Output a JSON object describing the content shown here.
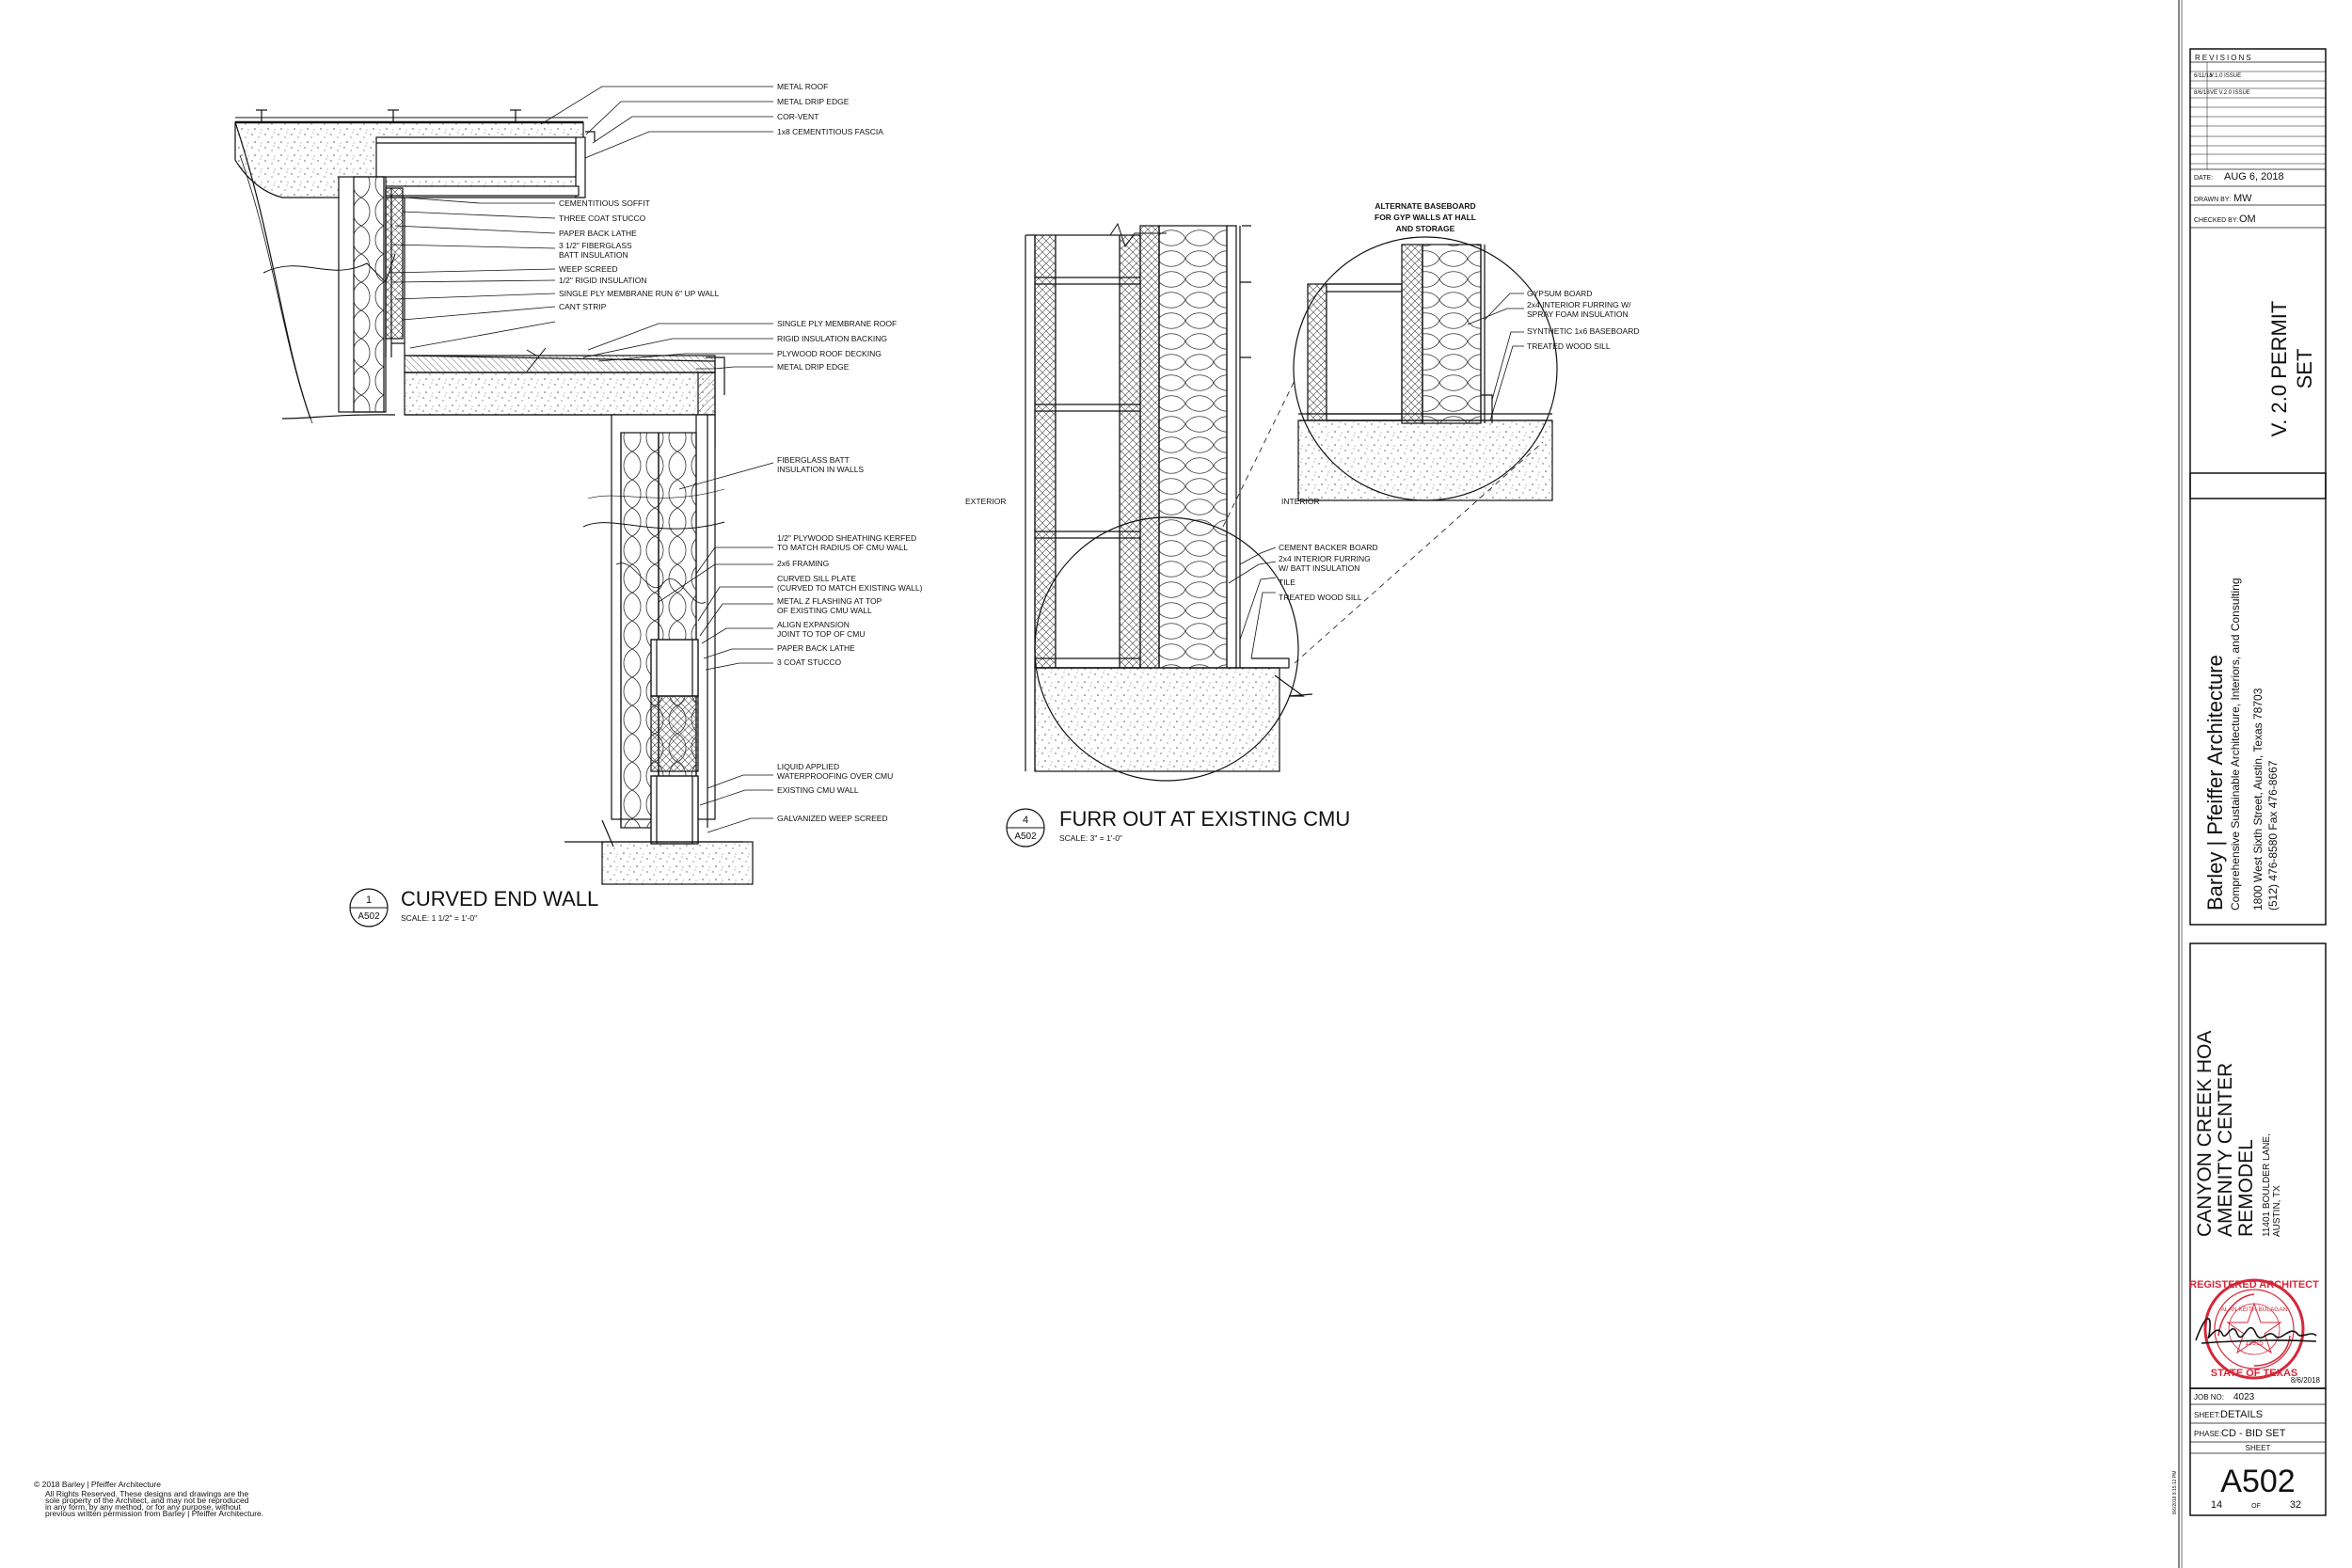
{
  "detail1": {
    "number": "1",
    "sheet_ref": "A502",
    "title": "CURVED END WALL",
    "scale": "SCALE:  1 1/2\" = 1'-0\"",
    "labels": [
      "METAL ROOF",
      "METAL DRIP EDGE",
      "COR-VENT",
      "1x8 CEMENTITIOUS FASCIA",
      "CEMENTITIOUS SOFFIT",
      "THREE COAT STUCCO",
      "PAPER BACK LATHE",
      "3 1/2\" FIBERGLASS",
      "BATT INSULATION",
      "WEEP SCREED",
      "1/2\" RIGID INSULATION",
      "SINGLE PLY MEMBRANE RUN 6\" UP WALL",
      "CANT STRIP",
      "SINGLE PLY MEMBRANE ROOF",
      "RIGID INSULATION BACKING",
      "PLYWOOD ROOF DECKING",
      "METAL DRIP EDGE",
      "FIBERGLASS BATT",
      "INSULATION IN WALLS",
      "1/2\" PLYWOOD SHEATHING KERFED",
      "TO MATCH RADIUS OF CMU WALL",
      "2x6 FRAMING",
      "CURVED SILL PLATE",
      "(CURVED TO MATCH EXISTING WALL)",
      "METAL Z FLASHING AT TOP",
      "OF EXISTING CMU WALL",
      "ALIGN EXPANSION",
      "JOINT TO TOP OF CMU",
      "PAPER BACK LATHE",
      "3 COAT STUCCO",
      "LIQUID APPLIED",
      "WATERPROOFING OVER CMU",
      "EXISTING CMU WALL",
      "GALVANIZED WEEP SCREED"
    ]
  },
  "detail4": {
    "number": "4",
    "sheet_ref": "A502",
    "title": "FURR OUT AT EXISTING CMU",
    "scale": "SCALE:  3\" = 1'-0\"",
    "exterior": "EXTERIOR",
    "interior": "INTERIOR",
    "alt_title": [
      "ALTERNATE BASEBOARD",
      "FOR GYP WALLS AT HALL",
      "AND STORAGE"
    ],
    "alt_labels": [
      "GYPSUM BOARD",
      "2x4 INTERIOR FURRING W/",
      "SPRAY FOAM INSULATION",
      "SYNTHETIC 1x6 BASEBOARD",
      "TREATED WOOD SILL"
    ],
    "labels": [
      "CEMENT BACKER BOARD",
      "2x4 INTERIOR FURRING",
      "W/ BATT INSULATION",
      "TILE",
      "TREATED WOOD SILL"
    ]
  },
  "copyright": [
    "© 2018 Barley | Pfeiffer Architecture",
    "All Rights Reserved. These designs and drawings are the",
    "sole property of the Architect, and may not be reproduced",
    "in any form, by any method, or for any purpose, without",
    "previous written permission from Barley | Pfeiffer Architecture."
  ],
  "title_block": {
    "revisions_title": "REVISIONS",
    "revisions": [
      {
        "date": "6/11/18",
        "desc": "V.1.0 ISSUE"
      },
      {
        "date": "8/6/18",
        "desc": "VE V.2.0 ISSUE"
      }
    ],
    "date_label": "DATE:",
    "date": "AUG 6, 2018",
    "drawn_label": "DRAWN BY:",
    "drawn": "MW",
    "checked_label": "CHECKED BY:",
    "checked": "OM",
    "set_name": [
      "V. 2.0 PERMIT",
      "SET"
    ],
    "firm_name": "Barley | Pfeiffer Architecture",
    "firm_tagline": "Comprehensive Sustainable Architecture, Interiors, and Consulting",
    "firm_address": "1800 West Sixth Street, Austin, Texas 78703",
    "firm_phone": "(512) 476-8580  Fax 476-8667",
    "project_name": [
      "CANYON CREEK HOA",
      "AMENITY CENTER",
      "REMODEL"
    ],
    "project_address": [
      "11401 BOULDER LANE,",
      "AUSTIN, TX"
    ],
    "stamp_text": [
      "REGISTERED ARCHITECT",
      "ALAN KEITH BULAGAN",
      "19915",
      "STATE OF TEXAS"
    ],
    "signature_date": "8/6/2018",
    "job_label": "JOB NO:",
    "job": "4023",
    "sheet_label": "SHEET:",
    "sheet": "DETAILS",
    "phase_label": "PHASE:",
    "phase": "CD - BID SET",
    "sheet_heading": "SHEET",
    "sheet_number": "A502",
    "sheet_index": "14",
    "of_label": "OF",
    "sheet_total": "32",
    "print_stamp": "8/6/2018 8:15:12 PM"
  }
}
